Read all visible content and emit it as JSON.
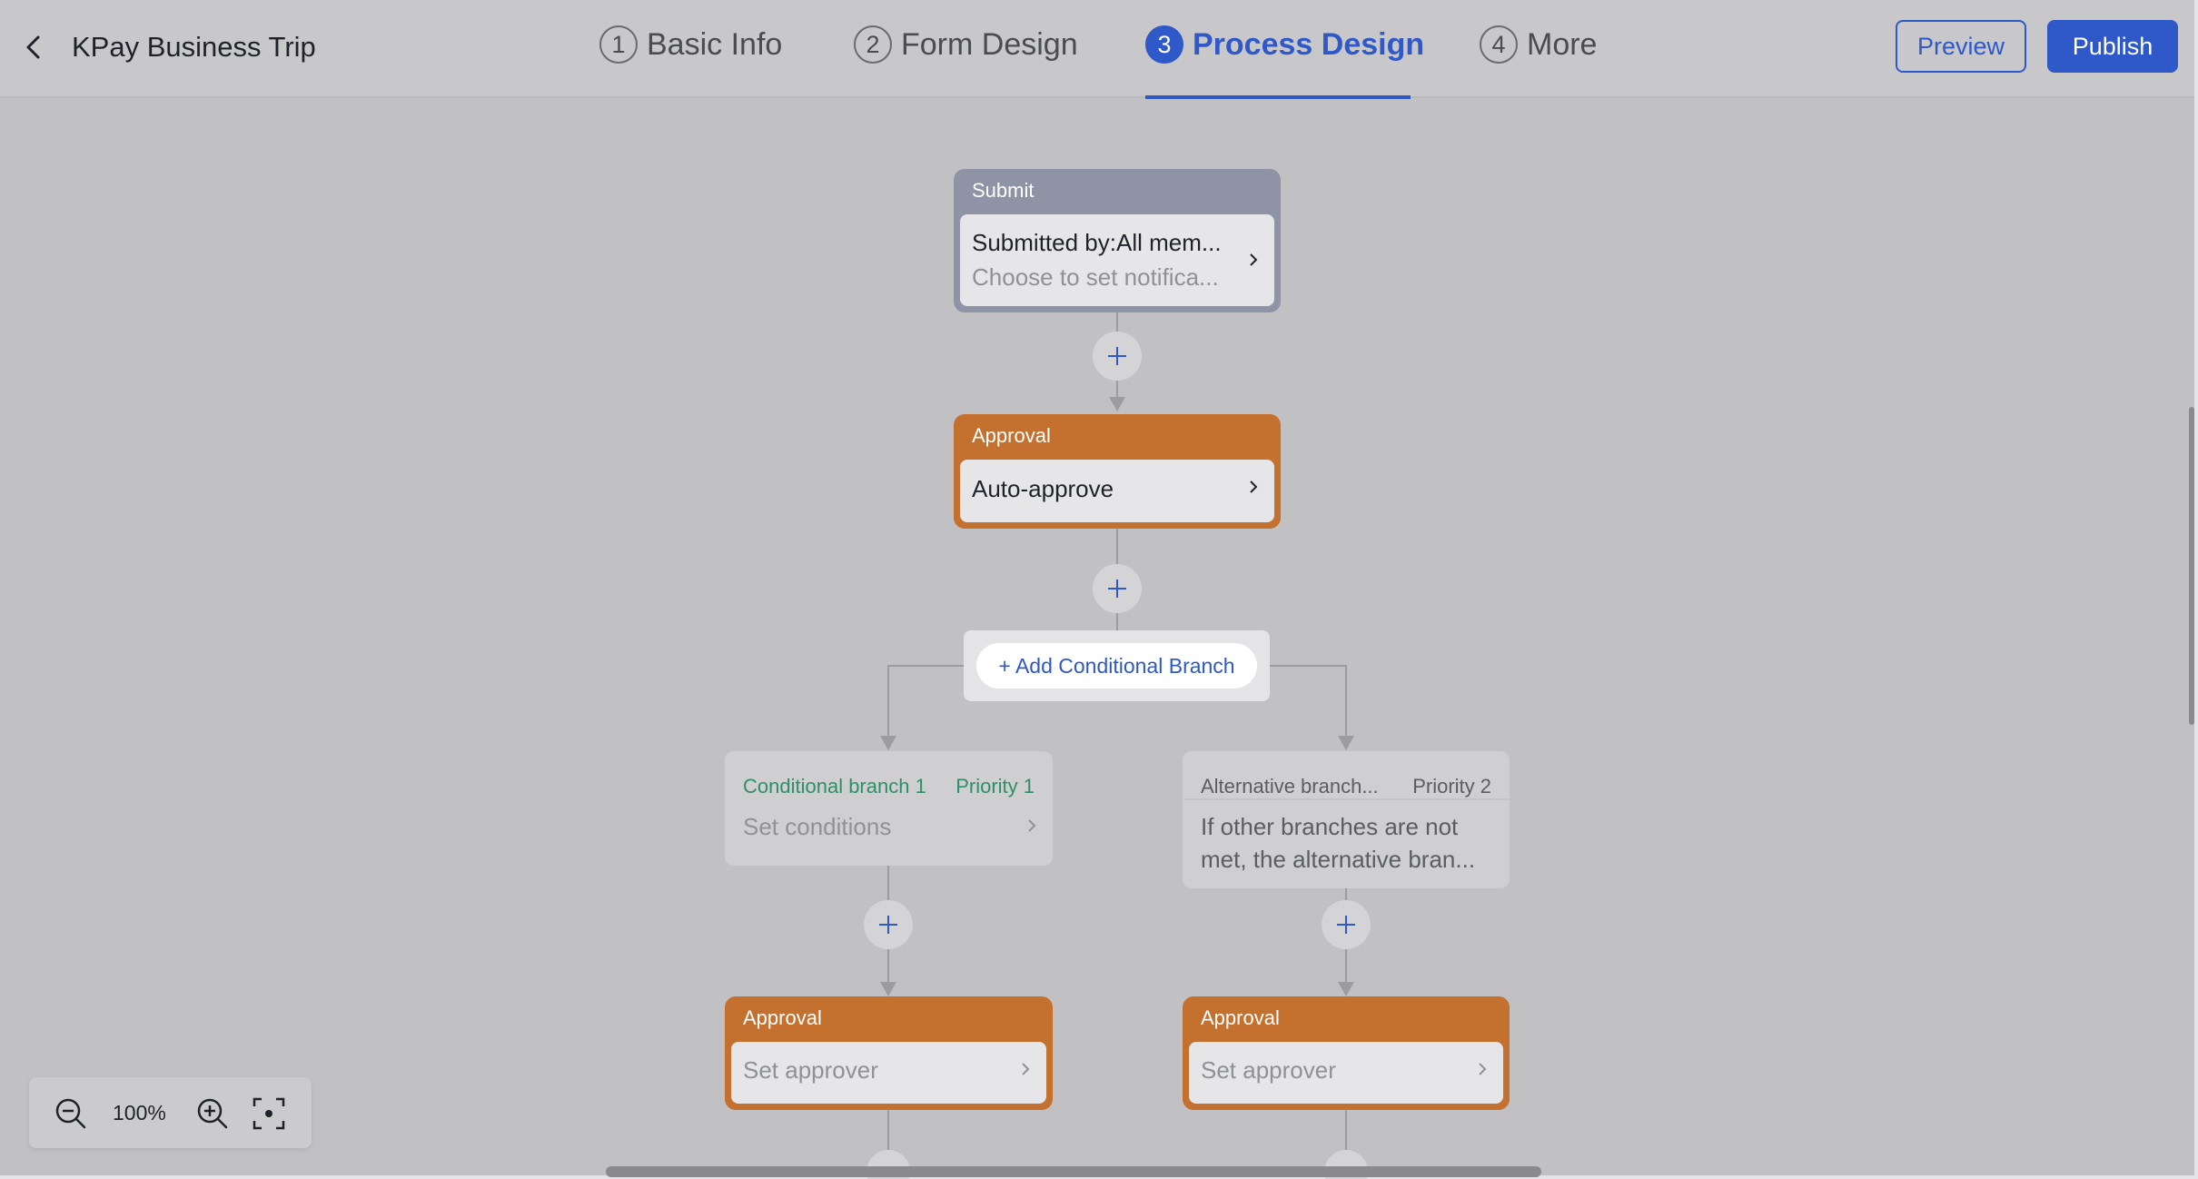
{
  "header": {
    "app_title": "KPay Business Trip",
    "steps": [
      {
        "num": "1",
        "label": "Basic Info"
      },
      {
        "num": "2",
        "label": "Form Design"
      },
      {
        "num": "3",
        "label": "Process Design"
      },
      {
        "num": "4",
        "label": "More"
      }
    ],
    "active_step": 3,
    "preview_label": "Preview",
    "publish_label": "Publish"
  },
  "flow": {
    "submit": {
      "title": "Submit",
      "line1": "Submitted by:All mem...",
      "line2": "Choose to set notifica..."
    },
    "approval_main": {
      "title": "Approval",
      "text": "Auto-approve"
    },
    "add_branch_label": "+ Add Conditional Branch",
    "branches": [
      {
        "name": "Conditional branch 1",
        "priority": "Priority 1",
        "text": "Set conditions",
        "approval_title": "Approval",
        "approval_text": "Set approver"
      },
      {
        "name": "Alternative branch...",
        "priority": "Priority 2",
        "text_line1": "If other branches are not",
        "text_line2": "met, the alternative bran...",
        "approval_title": "Approval",
        "approval_text": "Set approver"
      }
    ]
  },
  "zoom": {
    "level": "100%"
  },
  "colors": {
    "accent": "#2f58c9",
    "approval": "#c4702e",
    "submit": "#8e93a6",
    "branch_green": "#2e8f66",
    "canvas_bg": "#c1c1c3"
  },
  "icons": {
    "back": "chevron-left-icon",
    "zoom_out": "zoom-out-icon",
    "zoom_in": "zoom-in-icon",
    "fit": "fit-screen-icon",
    "node_arrow": "chevron-right-icon",
    "add": "plus-icon"
  }
}
